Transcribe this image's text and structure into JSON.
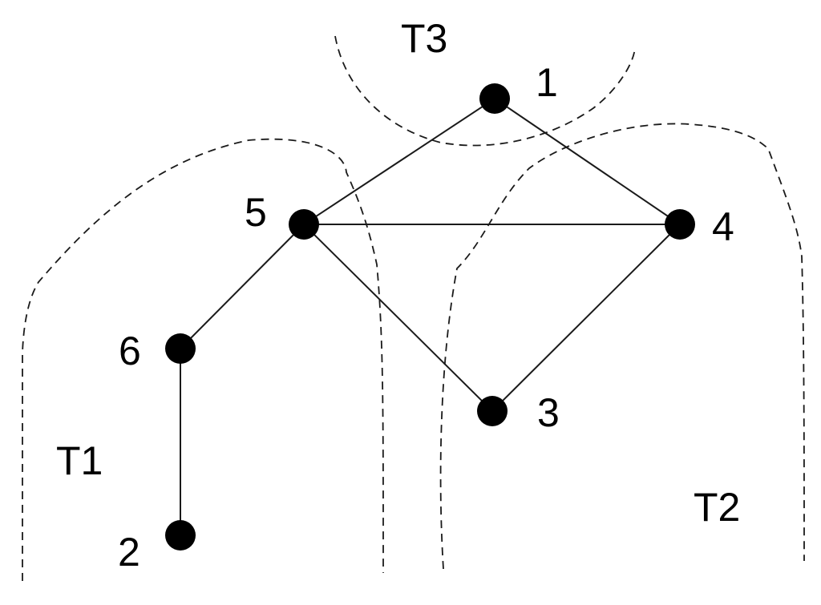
{
  "regions": [
    {
      "id": "T1",
      "label": "T1"
    },
    {
      "id": "T2",
      "label": "T2"
    },
    {
      "id": "T3",
      "label": "T3"
    }
  ],
  "nodes": [
    {
      "id": "1",
      "label": "1"
    },
    {
      "id": "2",
      "label": "2"
    },
    {
      "id": "3",
      "label": "3"
    },
    {
      "id": "4",
      "label": "4"
    },
    {
      "id": "5",
      "label": "5"
    },
    {
      "id": "6",
      "label": "6"
    }
  ],
  "edges": [
    {
      "from": "1",
      "to": "5"
    },
    {
      "from": "1",
      "to": "4"
    },
    {
      "from": "5",
      "to": "4"
    },
    {
      "from": "5",
      "to": "3"
    },
    {
      "from": "3",
      "to": "4"
    },
    {
      "from": "5",
      "to": "6"
    },
    {
      "from": "6",
      "to": "2"
    }
  ],
  "colors": {
    "node": "#000000",
    "edge": "#1a1a1a",
    "background": "#ffffff"
  }
}
